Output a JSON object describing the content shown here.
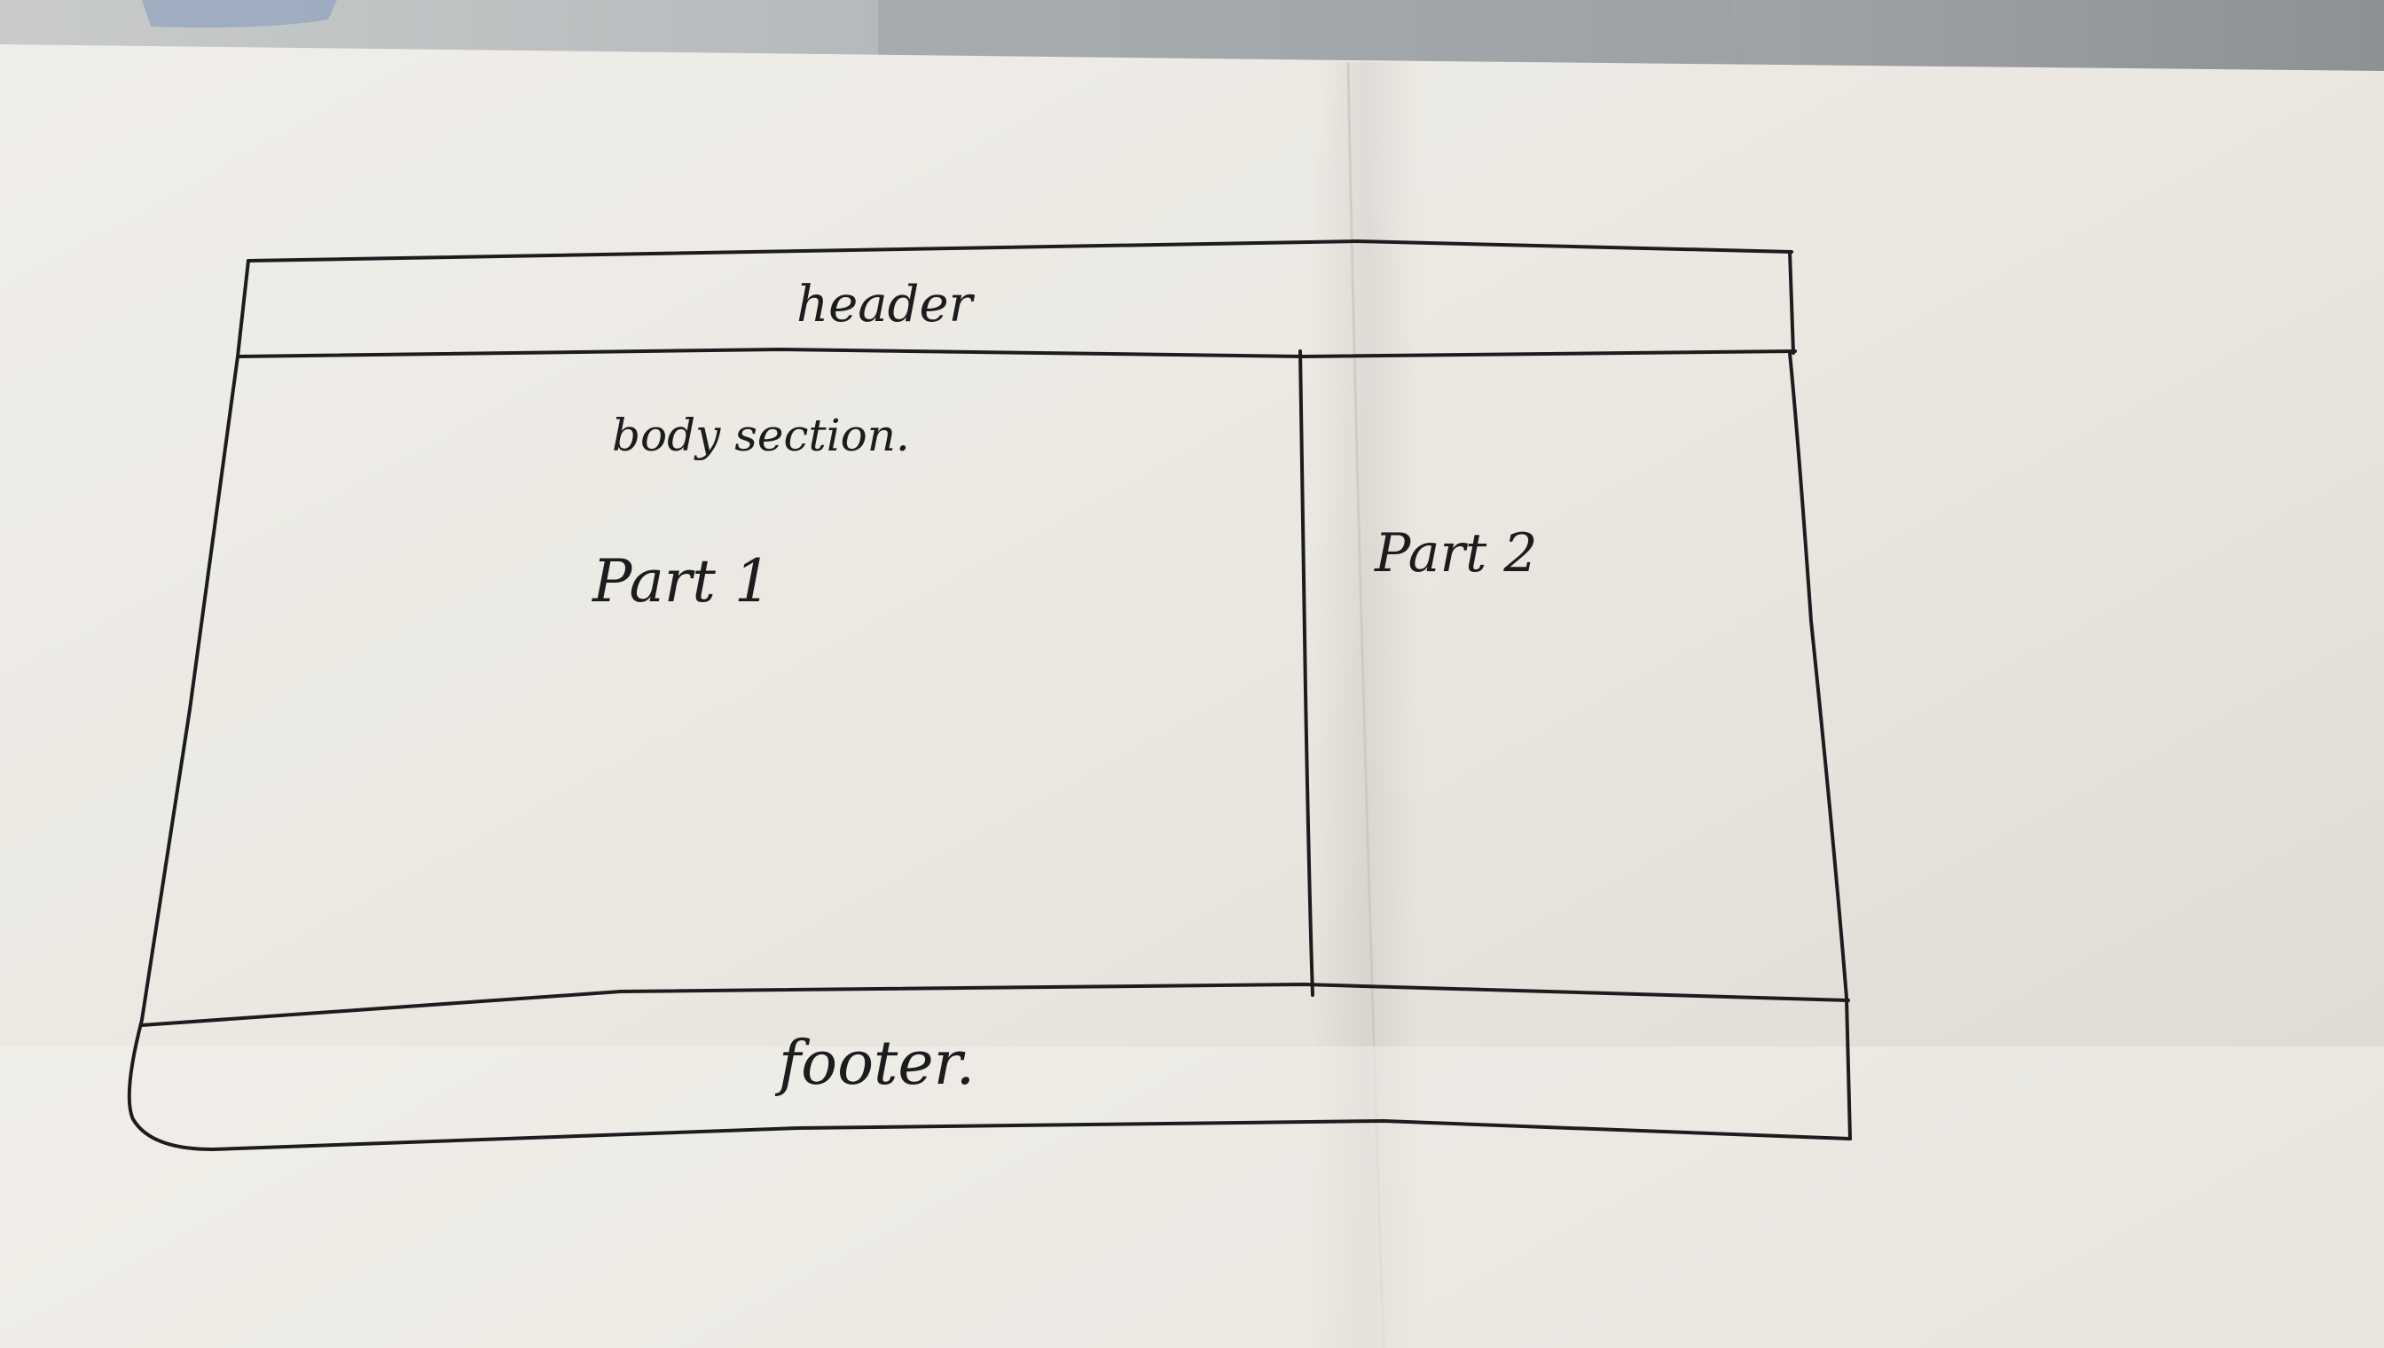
{
  "sketch": {
    "header_label": "header",
    "body_label": "body section.",
    "part1_label": "Part 1",
    "part2_label": "Part 2",
    "footer_label": "footer."
  },
  "colors": {
    "paper": "#eceae5",
    "ink": "#1c1c1e",
    "table": "#b9bcbf"
  }
}
